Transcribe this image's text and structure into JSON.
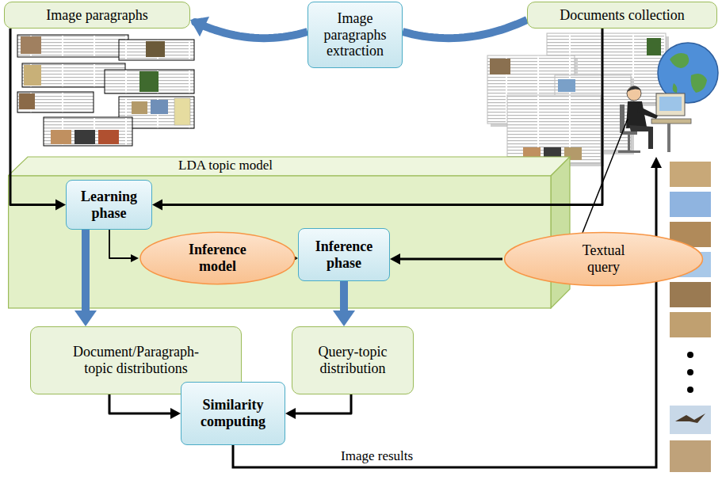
{
  "diagram": {
    "nodes": [
      {
        "text": [
          "Image paragraphs"
        ]
      },
      {
        "text": [
          "Image paragraphs extraction"
        ]
      },
      {
        "text": [
          "Documents collection"
        ]
      },
      {
        "text": [
          "LDA topic model"
        ]
      },
      {
        "text": [
          "Learning phase"
        ],
        "in": 3
      },
      {
        "text": [
          "Inference model"
        ],
        "in": 3
      },
      {
        "text": [
          "Inference phase"
        ],
        "in": 3
      },
      {
        "text": [
          "Textual query"
        ]
      },
      {
        "text": [
          "Document/Paragraph-topic distributions"
        ]
      },
      {
        "text": [
          "Query-topic distribution"
        ]
      },
      {
        "text": [
          "Similarity computing"
        ]
      }
    ],
    "edges": [
      {
        "from": 2,
        "to": 1,
        "arrow": "none"
      },
      {
        "from": 1,
        "to": 0,
        "arrow": "to"
      },
      {
        "from": 0,
        "to": 4,
        "arrow": "to"
      },
      {
        "from": 2,
        "to": 4,
        "arrow": "to"
      },
      {
        "from": 4,
        "to": 5,
        "arrow": "to"
      },
      {
        "from": 5,
        "to": 6,
        "arrow": "to"
      },
      {
        "from": 7,
        "to": 6,
        "arrow": "to"
      },
      {
        "from": 4,
        "to": 8,
        "arrow": "to"
      },
      {
        "from": 6,
        "to": 9,
        "arrow": "to"
      },
      {
        "from": 8,
        "to": 10,
        "arrow": "to"
      },
      {
        "from": 9,
        "to": 10,
        "arrow": "to"
      }
    ],
    "labels": [
      "Image results"
    ]
  }
}
